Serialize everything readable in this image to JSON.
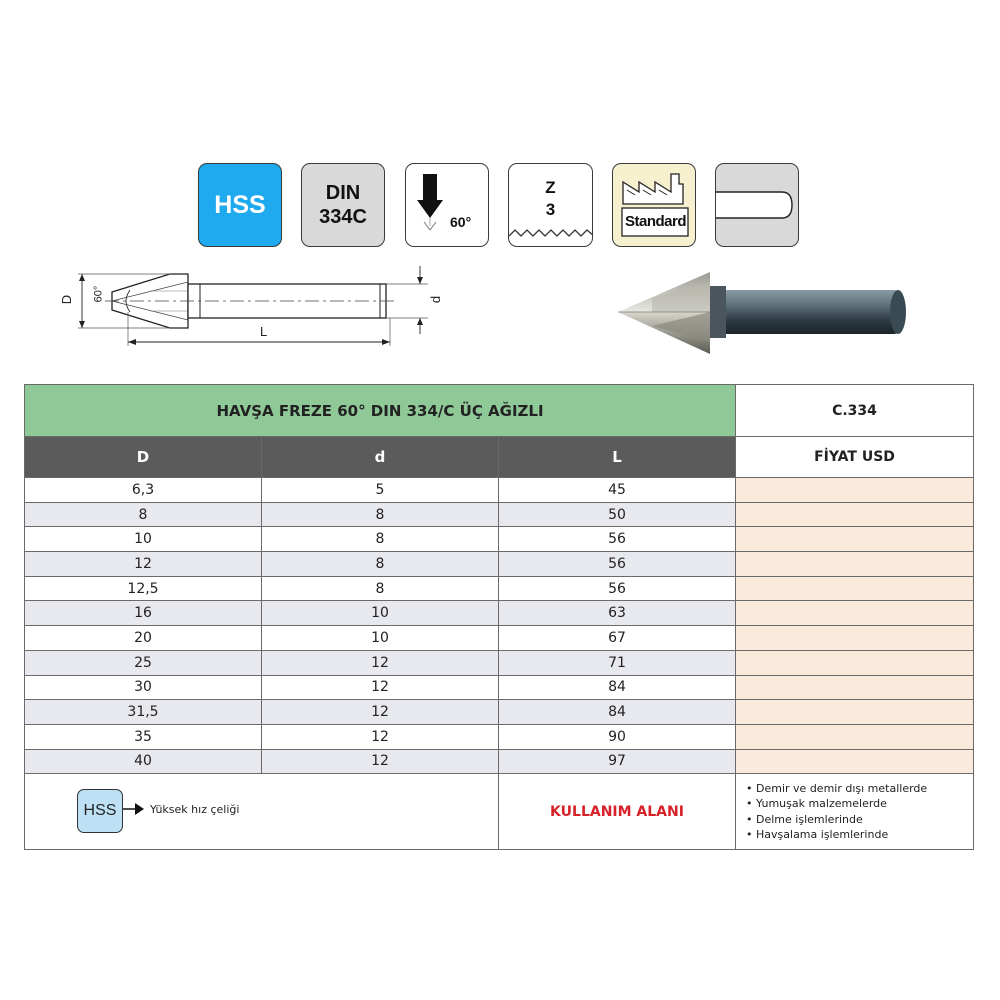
{
  "icons": [
    {
      "name": "hss-badge",
      "text": "HSS"
    },
    {
      "name": "din-badge",
      "lines": [
        "DIN",
        "334C"
      ]
    },
    {
      "name": "angle-badge",
      "text": "60°"
    },
    {
      "name": "flutes-badge",
      "lines": [
        "Z",
        "3"
      ]
    },
    {
      "name": "standard-badge",
      "text": "Standard"
    },
    {
      "name": "shank-badge"
    }
  ],
  "drawing": {
    "D": "D",
    "angle": "60°",
    "L": "L",
    "d": "d"
  },
  "table": {
    "title": "HAVŞA FREZE 60° DIN 334/C ÜÇ AĞIZLI",
    "code": "C.334",
    "headers": [
      "D",
      "d",
      "L"
    ],
    "price_header": "FİYAT USD",
    "rows": [
      [
        "6,3",
        "5",
        "45"
      ],
      [
        "8",
        "8",
        "50"
      ],
      [
        "10",
        "8",
        "56"
      ],
      [
        "12",
        "8",
        "56"
      ],
      [
        "12,5",
        "8",
        "56"
      ],
      [
        "16",
        "10",
        "63"
      ],
      [
        "20",
        "10",
        "67"
      ],
      [
        "25",
        "12",
        "71"
      ],
      [
        "30",
        "12",
        "84"
      ],
      [
        "31,5",
        "12",
        "84"
      ],
      [
        "35",
        "12",
        "90"
      ],
      [
        "40",
        "12",
        "97"
      ]
    ]
  },
  "legend": {
    "box": "HSS",
    "text": "Yüksek hız çeliği"
  },
  "usage": {
    "label": "KULLANIM ALANI",
    "items": [
      "Demir ve demir dışı metallerde",
      "Yumuşak malzemelerde",
      "Delme işlemlerinde",
      "Havşalama işlemlerinde"
    ]
  },
  "colors": {
    "hss": "#1fa9ee",
    "title_bg": "#90c998",
    "header_bg": "#5b5b5b",
    "price_bg": "#faeadb",
    "usage_red": "#d62128"
  }
}
